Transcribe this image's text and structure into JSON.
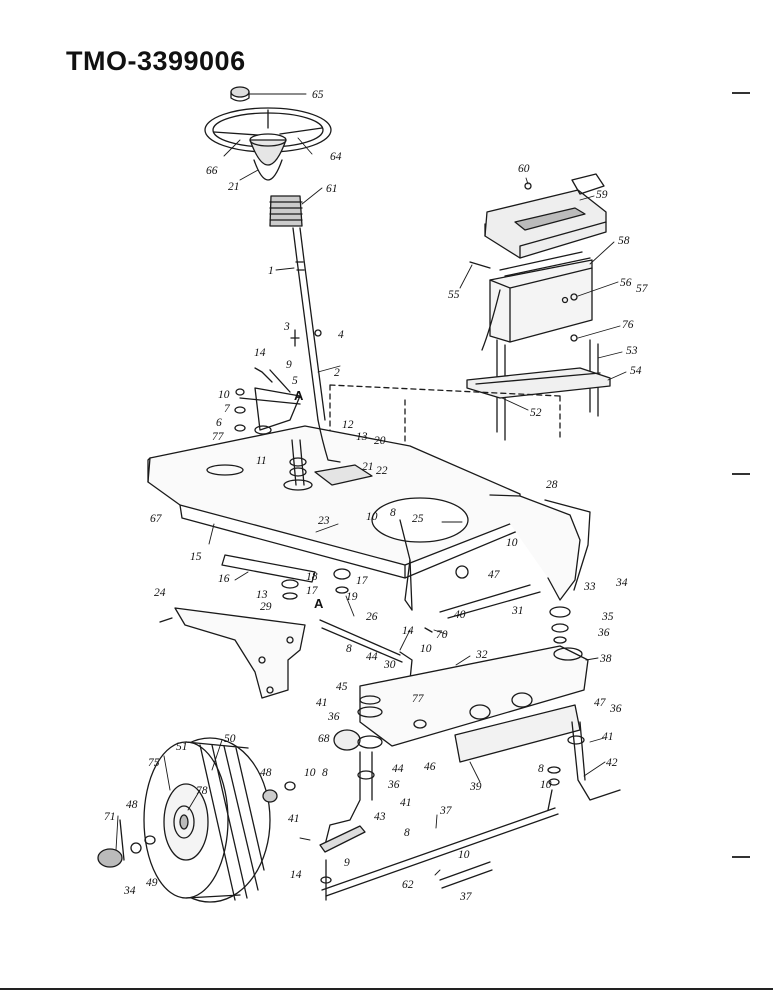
{
  "title": "TMO-3399006",
  "labels": [
    "65",
    "66",
    "64",
    "21",
    "61",
    "60",
    "59",
    "58",
    "55",
    "56",
    "57",
    "76",
    "53",
    "54",
    "52",
    "1",
    "3",
    "4",
    "14",
    "9",
    "5",
    "10",
    "7",
    "6",
    "77",
    "2",
    "12",
    "13",
    "20",
    "11",
    "22",
    "21",
    "28",
    "67",
    "23",
    "10",
    "8",
    "25",
    "15",
    "10",
    "47",
    "16",
    "18",
    "17",
    "13",
    "17",
    "29",
    "19",
    "A",
    "26",
    "24",
    "40",
    "31",
    "33",
    "34",
    "35",
    "36",
    "70",
    "14",
    "8",
    "44",
    "30",
    "32",
    "38",
    "10",
    "47",
    "36",
    "41",
    "45",
    "77",
    "41",
    "36",
    "68",
    "44",
    "46",
    "39",
    "8",
    "10",
    "42",
    "50",
    "51",
    "75",
    "78",
    "48",
    "41",
    "10",
    "8",
    "36",
    "41",
    "43",
    "37",
    "8",
    "10",
    "37",
    "71",
    "48",
    "49",
    "34",
    "14",
    "9",
    "62",
    "A"
  ]
}
